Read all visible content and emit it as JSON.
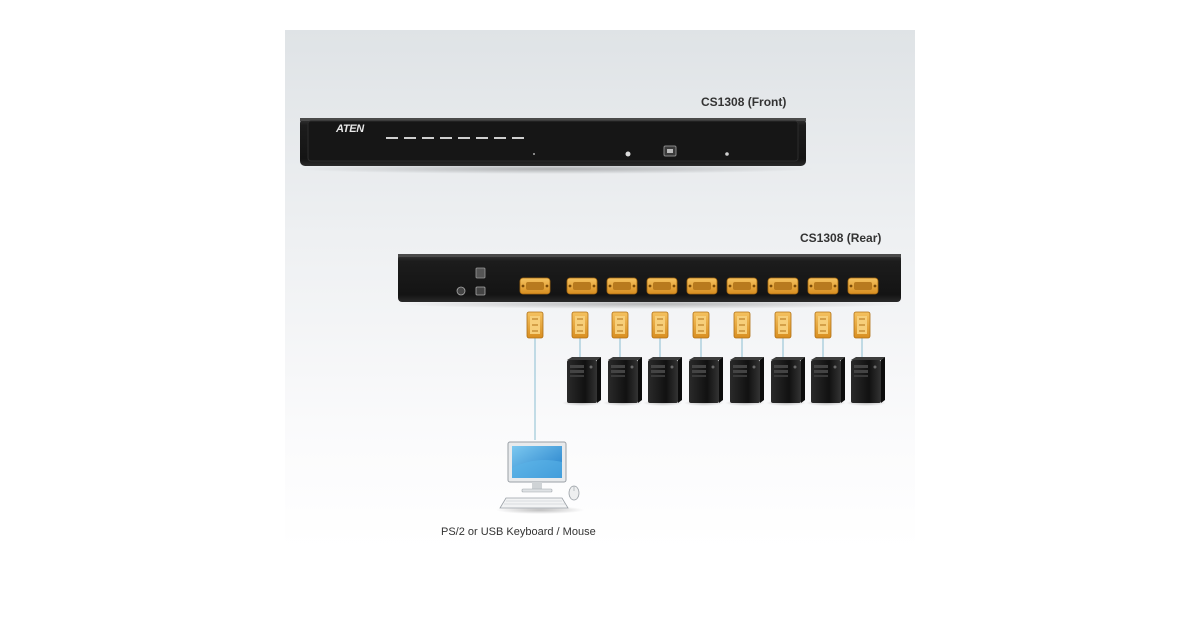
{
  "front_label": "CS1308 (Front)",
  "rear_label": "CS1308 (Rear)",
  "brand_logo": "ATEN",
  "console_caption": "PS/2 or USB Keyboard / Mouse",
  "colors": {
    "unit_body": "#1e1e1e",
    "port_gold": "#e6a030",
    "cable": "#9cc8d8",
    "monitor_screen": "#3aa0e0",
    "tower": "#1a1a1a"
  },
  "icons": {
    "front_unit": "kvm-front-panel",
    "rear_unit": "kvm-rear-panel",
    "port": "db15-port-icon",
    "connector": "kvm-cable-connector-icon",
    "computer": "tower-pc-icon",
    "console": "monitor-keyboard-mouse-icon"
  }
}
